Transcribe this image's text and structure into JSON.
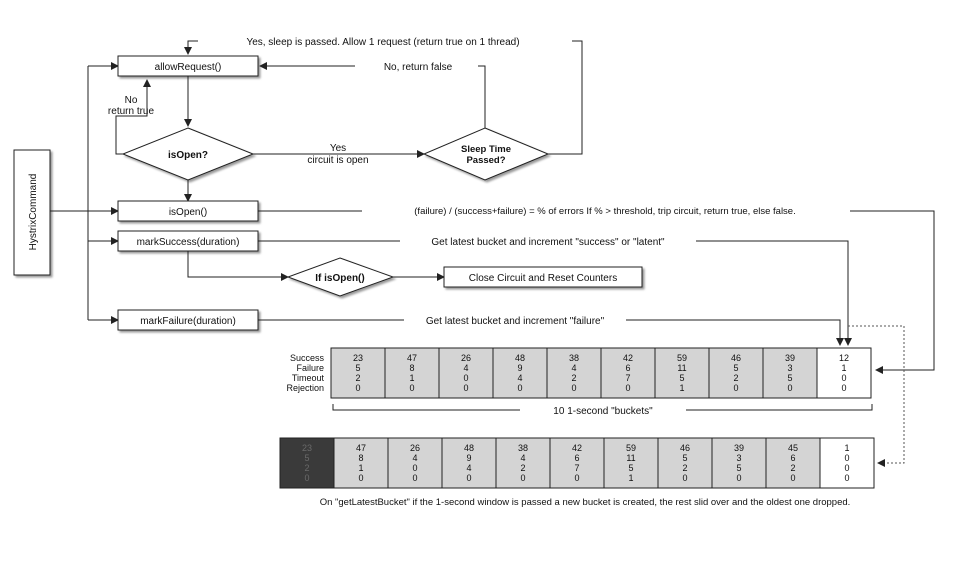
{
  "diagram": {
    "boxes": {
      "allow_request": "allowRequest()",
      "is_open_box": "isOpen()",
      "mark_success": "markSuccess(duration)",
      "mark_failure": "markFailure(duration)",
      "close_circuit": "Close Circuit and Reset Counters",
      "hystrix_command": "HystrixCommand"
    },
    "decisions": {
      "is_open": "isOpen?",
      "sleep_time_line1": "Sleep Time",
      "sleep_time_line2": "Passed?",
      "if_is_open": "If isOpen()"
    },
    "labels": {
      "sleep_passed": "Yes, sleep is passed.  Allow 1 request (return true on 1 thread)",
      "no_return_false": "No, return false",
      "no": "No",
      "return_true": "return true",
      "yes": "Yes",
      "circuit_is_open": "circuit is open",
      "error_formula": "(failure) / (success+failure) = % of errors   If % > threshold, trip circuit, return true, else false.",
      "success_bucket": "Get latest bucket and increment \"success\" or \"latent\"",
      "failure_bucket": "Get latest bucket and increment \"failure\"",
      "buckets_caption": "10 1-second \"buckets\"",
      "footer": "On \"getLatestBucket\" if the 1-second window is passed a new bucket is created, the rest slid over and the oldest one dropped."
    },
    "row_labels": [
      "Success",
      "Failure",
      "Timeout",
      "Rejection"
    ],
    "bucket_fill": "#d4d4d4",
    "current_fill": "#ffffff",
    "dropped_fill": "#3a3a3a",
    "buckets_top": [
      [
        23,
        5,
        2,
        0
      ],
      [
        47,
        8,
        1,
        0
      ],
      [
        26,
        4,
        0,
        0
      ],
      [
        48,
        9,
        4,
        0
      ],
      [
        38,
        4,
        2,
        0
      ],
      [
        42,
        6,
        7,
        0
      ],
      [
        59,
        11,
        5,
        1
      ],
      [
        46,
        5,
        2,
        0
      ],
      [
        39,
        3,
        5,
        0
      ],
      [
        12,
        1,
        0,
        0
      ]
    ],
    "buckets_bottom": [
      [
        23,
        5,
        2,
        0
      ],
      [
        47,
        8,
        1,
        0
      ],
      [
        26,
        4,
        0,
        0
      ],
      [
        48,
        9,
        4,
        0
      ],
      [
        38,
        4,
        2,
        0
      ],
      [
        42,
        6,
        7,
        0
      ],
      [
        59,
        11,
        5,
        1
      ],
      [
        46,
        5,
        2,
        0
      ],
      [
        39,
        3,
        5,
        0
      ],
      [
        45,
        6,
        2,
        0
      ],
      [
        1,
        0,
        0,
        0
      ]
    ]
  }
}
